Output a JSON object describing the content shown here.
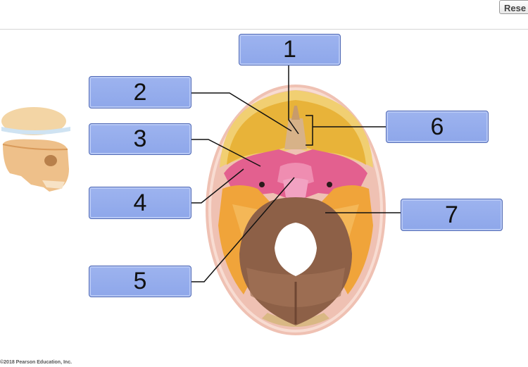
{
  "toolbar": {
    "reset_label": "Rese"
  },
  "labels": [
    "1",
    "2",
    "3",
    "4",
    "5",
    "6",
    "7"
  ],
  "footer": {
    "copyright": "©2018 Pearson Education, Inc."
  },
  "colors": {
    "label_fill": "#8ea7ea",
    "label_border": "#4f68b4",
    "frontal_bone": "#eab53a",
    "sphenoid_bone": "#e26193",
    "temporal_bone": "#f0a63c",
    "occipital_bone": "#8e6148",
    "skull_outer": "#f2cfc1"
  }
}
